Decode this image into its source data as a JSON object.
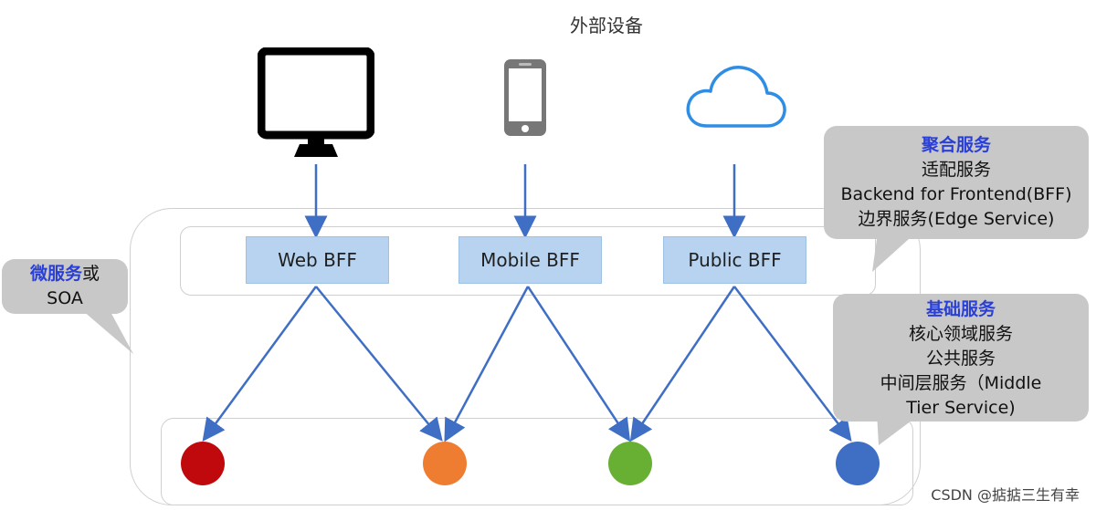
{
  "title": "外部设备",
  "devices": {
    "monitor": "monitor-icon",
    "phone": "mobile-phone-icon",
    "cloud": "cloud-icon"
  },
  "bffs": [
    {
      "label": "Web BFF"
    },
    {
      "label": "Mobile BFF"
    },
    {
      "label": "Public BFF"
    }
  ],
  "callouts": {
    "aggregate": {
      "head": "聚合服务",
      "lines": [
        "适配服务",
        "Backend for Frontend(BFF)",
        "边界服务(Edge Service)"
      ]
    },
    "basic": {
      "head": "基础服务",
      "lines": [
        "核心领域服务",
        "公共服务",
        "中间层服务（Middle",
        "Tier Service)"
      ]
    },
    "micro": {
      "head": "微服务",
      "tail": "或",
      "line2": "SOA"
    }
  },
  "services": [
    {
      "color": "#c0090c"
    },
    {
      "color": "#ef7d31"
    },
    {
      "color": "#67b034"
    },
    {
      "color": "#3f6fc4"
    }
  ],
  "colors": {
    "arrow": "#3f6ec5",
    "bff_fill": "#b7d3ef",
    "callout_fill": "#c8c8c8",
    "callout_head": "#2a3fd6"
  },
  "watermark": "CSDN @掂掂三生有幸"
}
